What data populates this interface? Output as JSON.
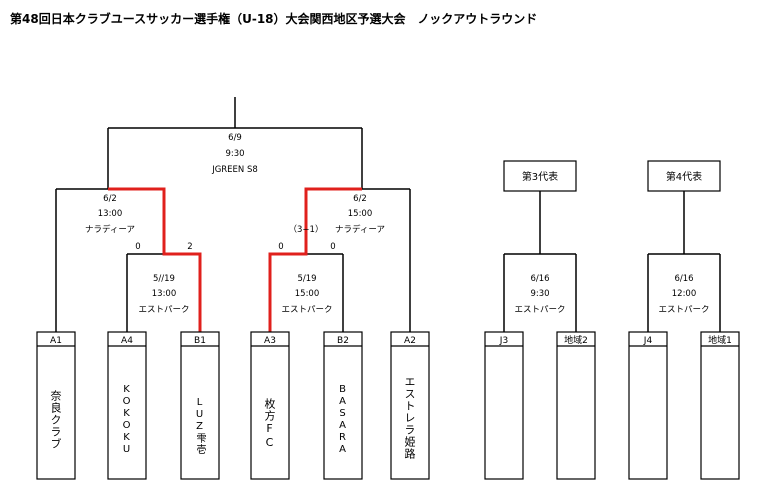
{
  "title": "第48回日本クラブユースサッカー選手権（U-18）大会関西地区予選大会　ノックアウトラウンド",
  "final": {
    "date": "6/9",
    "time": "9:30",
    "venue": "JGREEN S8"
  },
  "semis": [
    {
      "date": "6/2",
      "time": "13:00",
      "venue": "ナラディーア"
    },
    {
      "date": "6/2",
      "time": "15:00",
      "venue": "ナラディーア",
      "pk": "（3−1）"
    }
  ],
  "quarters": [
    {
      "date": "5//19",
      "time": "13:00",
      "venue": "エストパーク",
      "score_left": "0",
      "score_right": "2"
    },
    {
      "date": "5/19",
      "time": "15:00",
      "venue": "エストパーク",
      "score_left": "0",
      "score_right": "0"
    }
  ],
  "reps": [
    {
      "label": "第3代表",
      "date": "6/16",
      "time": "9:30",
      "venue": "エストパーク"
    },
    {
      "label": "第4代表",
      "date": "6/16",
      "time": "12:00",
      "venue": "エストパーク"
    }
  ],
  "slots": [
    {
      "code": "A1",
      "name": "奈良クラブ"
    },
    {
      "code": "A4",
      "name": "KOKOKU"
    },
    {
      "code": "B1",
      "name": "LUZ雫壱"
    },
    {
      "code": "A3",
      "name": "枚方FC"
    },
    {
      "code": "B2",
      "name": "BASARA"
    },
    {
      "code": "A2",
      "name": "エストレラ姫路"
    },
    {
      "code": "J3",
      "name": ""
    },
    {
      "code": "地域2",
      "name": ""
    },
    {
      "code": "J4",
      "name": ""
    },
    {
      "code": "地域1",
      "name": ""
    }
  ],
  "colors": {
    "line": "#000000",
    "winner": "#e0201c"
  }
}
